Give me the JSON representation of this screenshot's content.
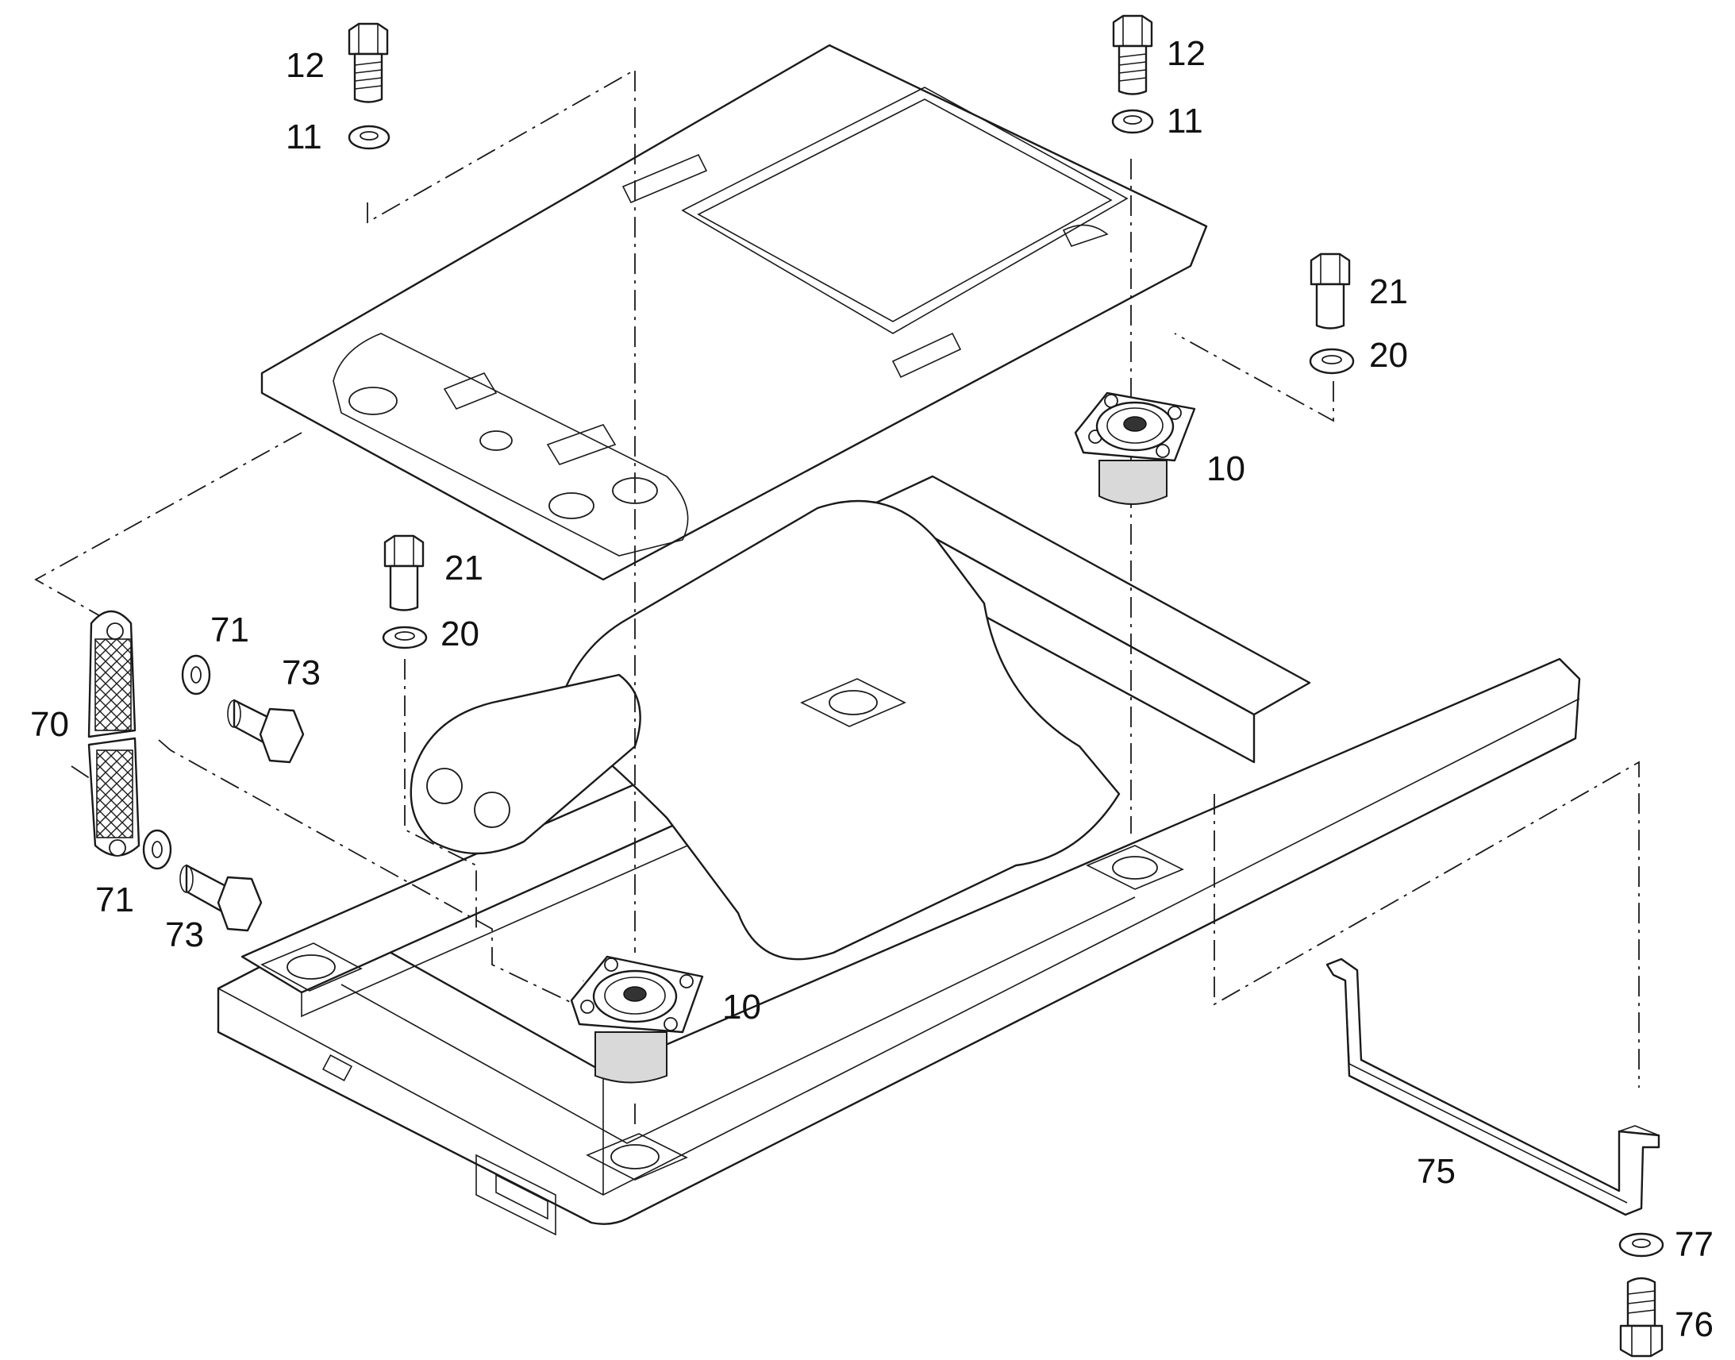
{
  "colors": {
    "line": "#1a1a1a",
    "background": "#ffffff"
  },
  "callouts": {
    "bolt_top_left": "12",
    "washer_top_left": "11",
    "bolt_top_right": "12",
    "washer_top_right": "11",
    "bolt_right": "21",
    "washer_right": "20",
    "mount_upper_right": "10",
    "bolt_center": "21",
    "washer_center": "20",
    "mount_lower_center": "10",
    "strip_washer_upper": "71",
    "strip_bolt_upper": "73",
    "anti_slip_strip": "70",
    "strip_washer_lower": "71",
    "strip_bolt_lower": "73",
    "bracket": "75",
    "bracket_washer": "77",
    "bracket_bolt": "76"
  }
}
